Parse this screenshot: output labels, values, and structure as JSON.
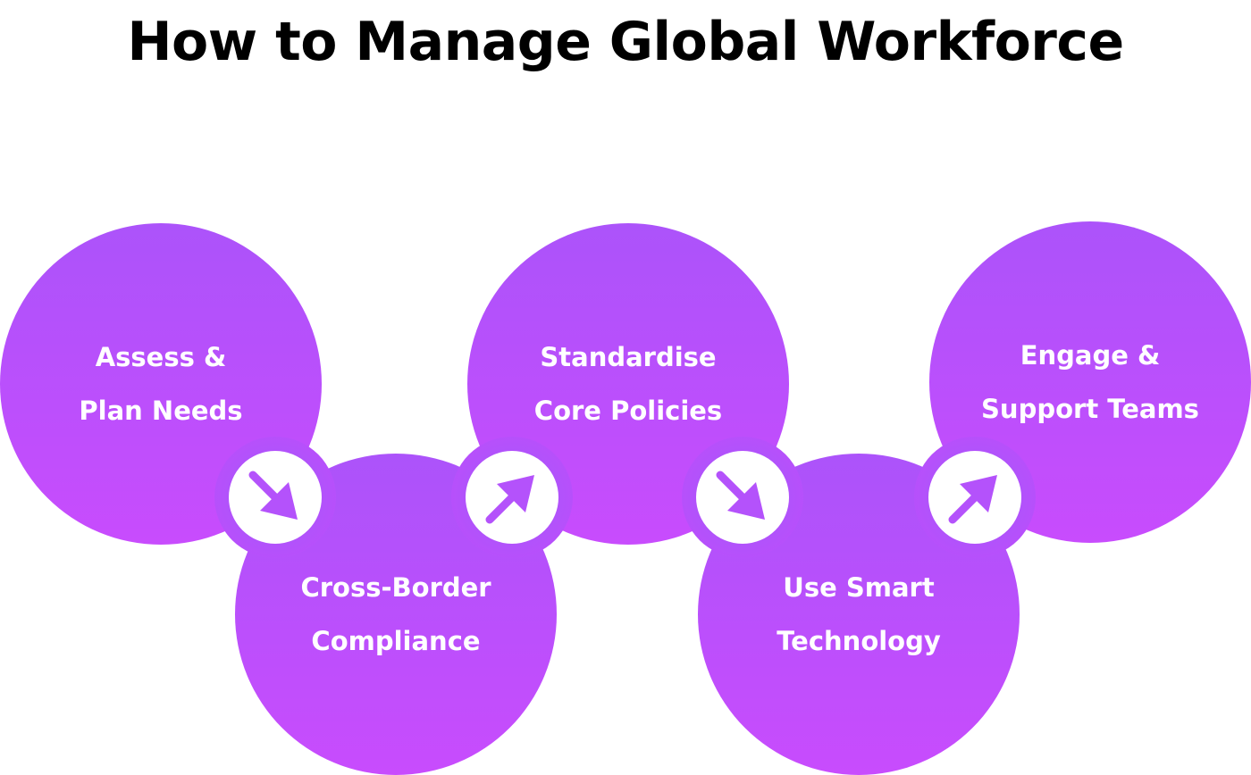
{
  "title": "How to Manage Global Workforce",
  "steps": [
    {
      "line1": "Assess &",
      "line2": "Plan Needs"
    },
    {
      "line1": "Cross-Border",
      "line2": "Compliance"
    },
    {
      "line1": "Standardise",
      "line2": "Core Policies"
    },
    {
      "line1": "Use Smart",
      "line2": "Technology"
    },
    {
      "line1": "Engage &",
      "line2": "Support Teams"
    }
  ],
  "connectors": [
    "arrow-down-right-icon",
    "arrow-up-right-icon",
    "arrow-down-right-icon",
    "arrow-up-right-icon"
  ],
  "colors": {
    "gradient_top": "#ac53fa",
    "gradient_bottom": "#c84cfd",
    "arrow": "#b452fb"
  }
}
